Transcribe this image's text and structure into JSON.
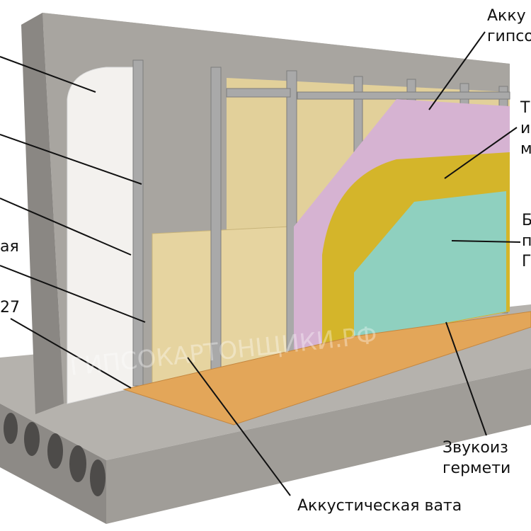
{
  "labels": {
    "top_right": [
      "Акку",
      "гипсо"
    ],
    "right_1": [
      "Т",
      "и",
      "м"
    ],
    "right_2": [
      "Б",
      "п",
      "Г"
    ],
    "left_1": "ая",
    "left_2": "27",
    "bottom_right": [
      "Звукоиз",
      "гермети"
    ],
    "bottom": "Аккустическая вата"
  },
  "watermark": "ГИПСОКАРТОНЩИКИ.РФ",
  "colors": {
    "concrete": "#9a9793",
    "pink_board": "#d6b3d2",
    "yellow_membrane": "#d4b52a",
    "green_board": "#8fd0bf",
    "wool": "#e2d09a",
    "wood": "#e3a659",
    "profile": "#a9a9a9"
  }
}
